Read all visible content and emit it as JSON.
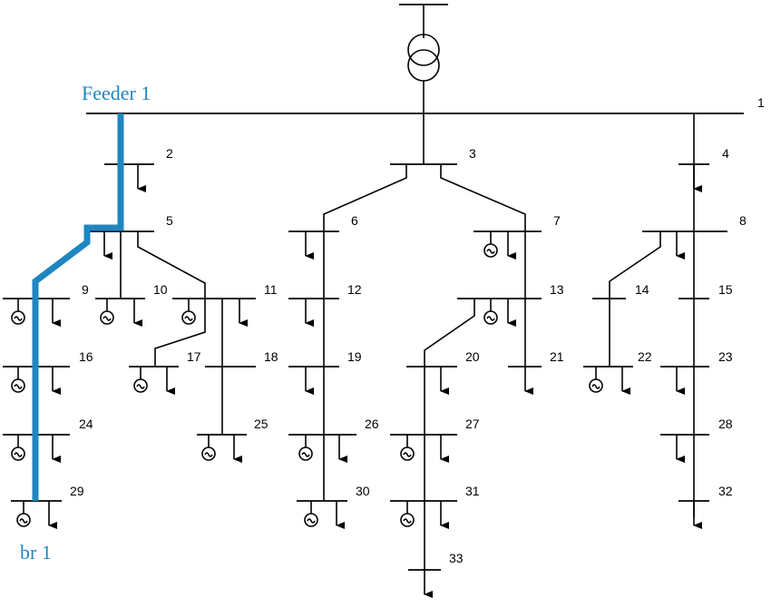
{
  "annotations": {
    "feeder_label": "Feeder 1",
    "branch_label": "br 1",
    "highlight_color": "#1f86c1"
  },
  "buses": {
    "1": "1",
    "2": "2",
    "3": "3",
    "4": "4",
    "5": "5",
    "6": "6",
    "7": "7",
    "8": "8",
    "9": "9",
    "10": "10",
    "11": "11",
    "12": "12",
    "13": "13",
    "14": "14",
    "15": "15",
    "16": "16",
    "17": "17",
    "18": "18",
    "19": "19",
    "20": "20",
    "21": "21",
    "22": "22",
    "23": "23",
    "24": "24",
    "25": "25",
    "26": "26",
    "27": "27",
    "28": "28",
    "29": "29",
    "30": "30",
    "31": "31",
    "32": "32",
    "33": "33"
  },
  "icons": {
    "generator": "generator-icon",
    "load": "load-arrow-icon",
    "transformer": "transformer-icon"
  }
}
